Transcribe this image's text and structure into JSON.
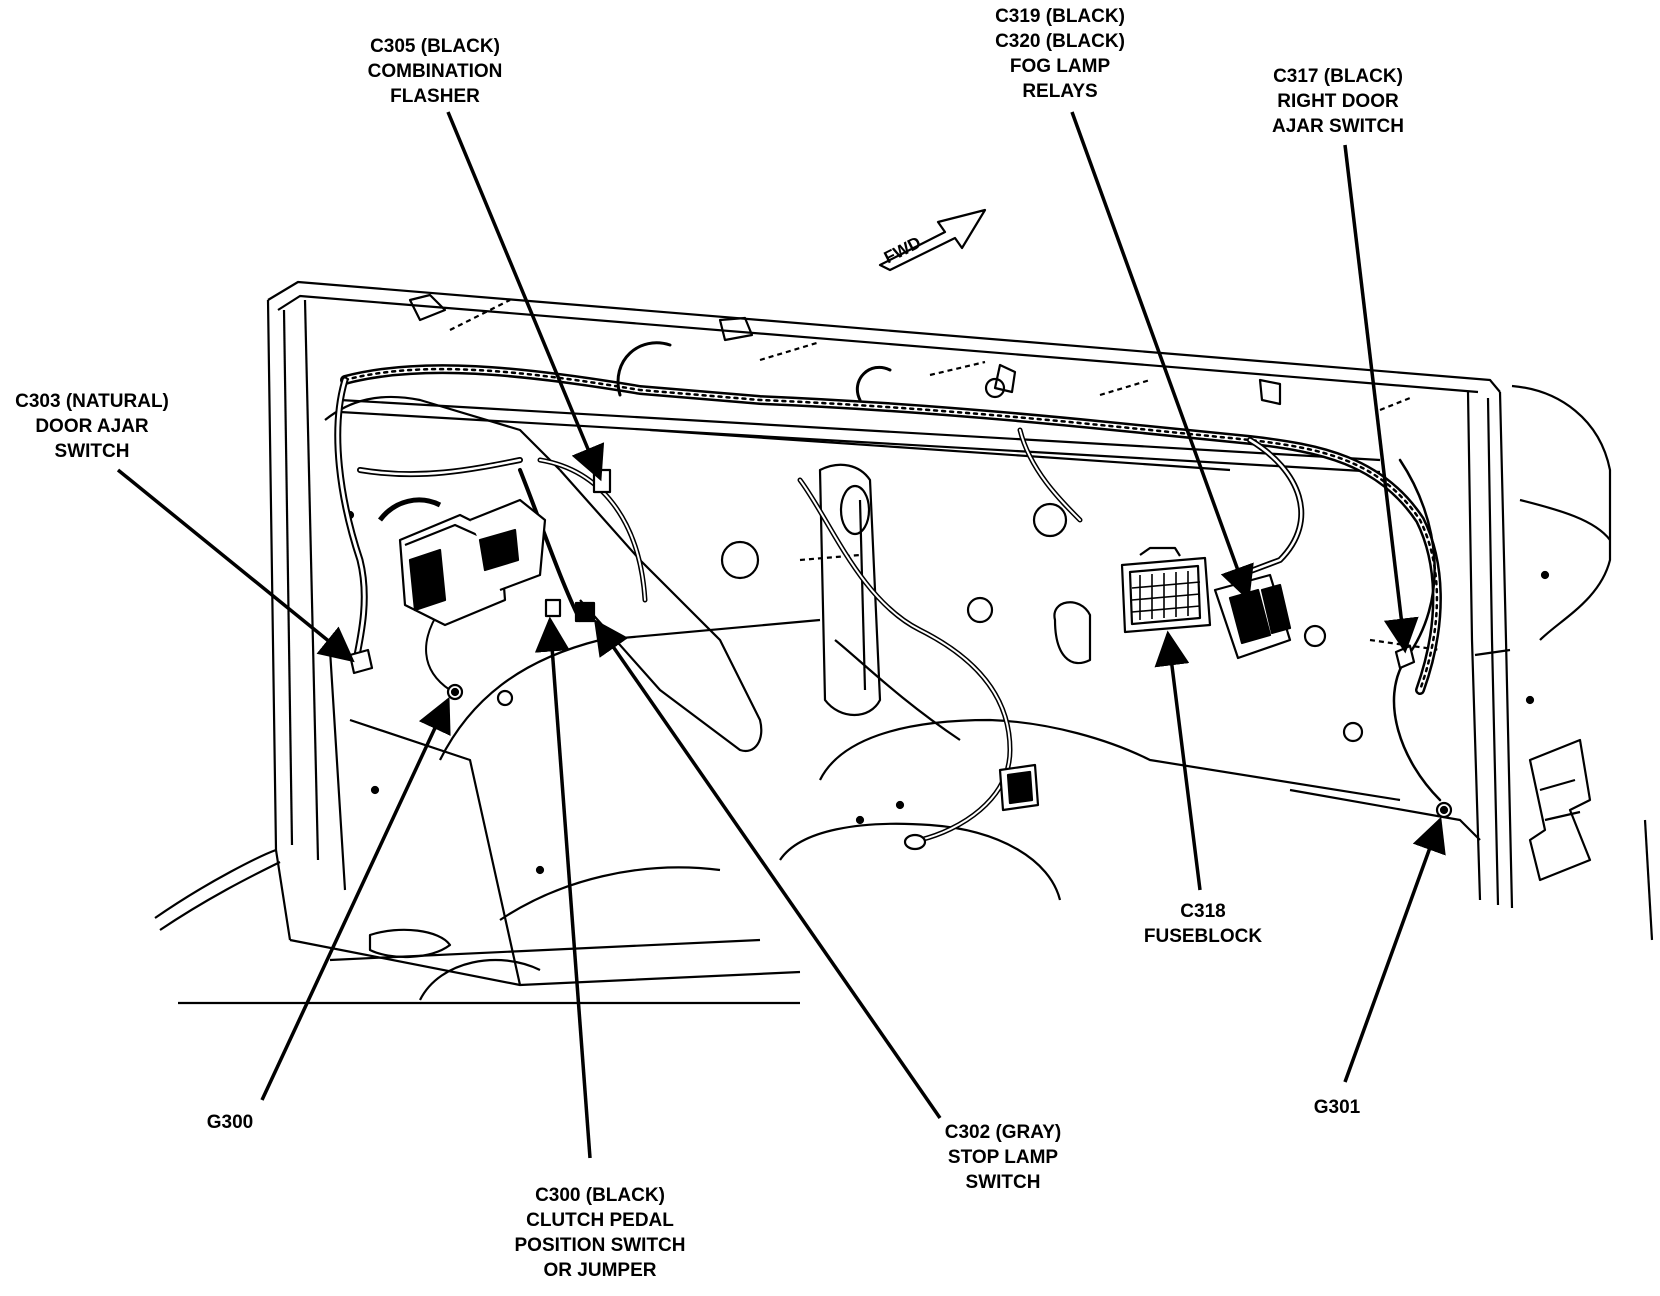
{
  "direction_indicator": "FWD",
  "callouts": {
    "c305": [
      "C305 (BLACK)",
      "COMBINATION",
      "FLASHER"
    ],
    "c319_c320": [
      "C319 (BLACK)",
      "C320 (BLACK)",
      "FOG LAMP",
      "RELAYS"
    ],
    "c317": [
      "C317 (BLACK)",
      "RIGHT DOOR",
      "AJAR SWITCH"
    ],
    "c303": [
      "C303 (NATURAL)",
      "DOOR AJAR",
      "SWITCH"
    ],
    "c318": [
      "C318",
      "FUSEBLOCK"
    ],
    "g300": [
      "G300"
    ],
    "g301": [
      "G301"
    ],
    "c302": [
      "C302 (GRAY)",
      "STOP LAMP",
      "SWITCH"
    ],
    "c300": [
      "C300 (BLACK)",
      "CLUTCH PEDAL",
      "POSITION SWITCH",
      "OR JUMPER"
    ]
  },
  "colors": {
    "ink": "#000000",
    "paper": "#ffffff"
  }
}
